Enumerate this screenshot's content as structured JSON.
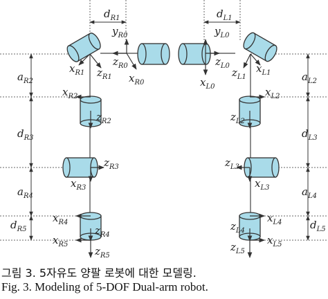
{
  "dimensions": {
    "d_R1": [
      "d",
      "R1"
    ],
    "d_L1": [
      "d",
      "L1"
    ],
    "a_R2": [
      "a",
      "R2"
    ],
    "d_R3": [
      "d",
      "R3"
    ],
    "a_R4": [
      "a",
      "R4"
    ],
    "d_R5": [
      "d",
      "R5"
    ],
    "a_L2": [
      "a",
      "L2"
    ],
    "d_L3": [
      "d",
      "L3"
    ],
    "a_L4": [
      "a",
      "L4"
    ],
    "d_L5": [
      "d",
      "L5"
    ]
  },
  "axes": {
    "y_R0": [
      "y",
      "R0"
    ],
    "z_R0": [
      "z",
      "R0"
    ],
    "x_R0": [
      "x",
      "R0"
    ],
    "x_R1": [
      "x",
      "R1"
    ],
    "z_R1": [
      "z",
      "R1"
    ],
    "x_R2": [
      "x",
      "R2"
    ],
    "z_R2": [
      "z",
      "R2"
    ],
    "z_R3": [
      "z",
      "R3"
    ],
    "x_R3": [
      "x",
      "R3"
    ],
    "x_R4": [
      "x",
      "R4"
    ],
    "z_R4": [
      "z",
      "R4"
    ],
    "x_R5": [
      "x",
      "R5"
    ],
    "z_R5": [
      "z",
      "R5"
    ],
    "y_L0": [
      "y",
      "L0"
    ],
    "z_L0": [
      "z",
      "L0"
    ],
    "x_L0": [
      "x",
      "L0"
    ],
    "x_L1": [
      "x",
      "L1"
    ],
    "z_L1": [
      "z",
      "L1"
    ],
    "x_L2": [
      "x",
      "L2"
    ],
    "z_L2": [
      "z",
      "L2"
    ],
    "z_L3": [
      "z",
      "L3"
    ],
    "x_L3": [
      "x",
      "L3"
    ],
    "x_L4": [
      "x",
      "L4"
    ],
    "z_L4": [
      "z",
      "L4"
    ],
    "x_L5": [
      "x",
      "L5"
    ],
    "z_L5": [
      "z",
      "L5"
    ]
  },
  "caption": {
    "korean": "그림 3. 5자유도 양팔 로봇에 대한 모델링.",
    "english": "Fig.   3. Modeling of 5-DOF Dual-arm robot."
  },
  "colors": {
    "joint_fill": "#a9dbe9",
    "outline": "#333333",
    "dashed": "#666666"
  }
}
